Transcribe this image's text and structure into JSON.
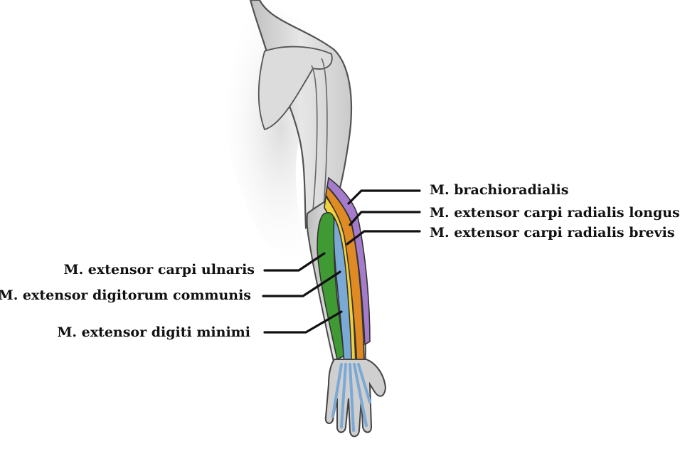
{
  "labels": {
    "brachioradialis": "M. brachioradialis",
    "ecrl": "M. extensor carpi radialis longus",
    "ecrb": "M. extensor carpi radialis brevis",
    "ecu": "M. extensor carpi ulnaris",
    "edc": "M. extensor digitorum communis",
    "edm": "M. extensor digiti minimi"
  },
  "colors": {
    "brachioradialis": "#a57ccc",
    "ecrl": "#e08a24",
    "ecrb": "#f2d23c",
    "ecu": "#3f9a34",
    "edc": "#7aa9d6",
    "edm": "#7aa9d6"
  }
}
